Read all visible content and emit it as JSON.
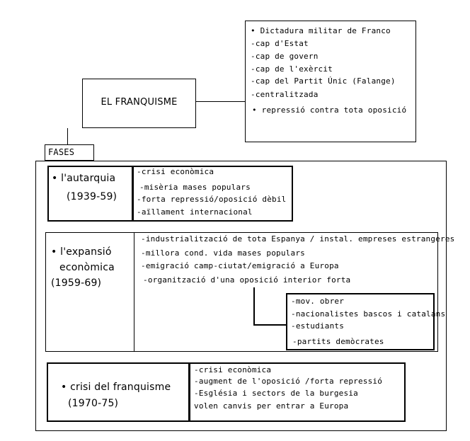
{
  "title": "EL FRANQUISME",
  "dictatorship_box": {
    "items": [
      "• Dictadura militar de Franco",
      "-cap d'Estat",
      "-cap de govern",
      "-cap de l'exèrcit",
      "-cap del Partit Únic (Falange)",
      "-centralitzada",
      "• repressió contra tota oposició"
    ]
  },
  "fases_tab": "FASES",
  "phases": [
    {
      "label_lines": [
        "• l'autarquia",
        "(1939-59)"
      ],
      "details": [
        "-crisi econòmica",
        "-misèria mases populars",
        "-forta repressió/oposició dèbil",
        "-aïllament internacional"
      ]
    },
    {
      "label_lines": [
        "• l'expansió",
        "econòmica",
        "(1959-69)"
      ],
      "details": [
        "-industrialització de tota Espanya / instal. empreses estrangeres",
        "-millora cond. vida mases populars",
        "-emigració camp-ciutat/emigració a Europa",
        "-organització d'una oposició interior forta"
      ],
      "opposition": [
        "-mov. obrer",
        "-nacionalistes bascos i catalans",
        "-estudiants",
        "-partits demòcrates"
      ]
    },
    {
      "label_lines": [
        "• crisi del franquisme",
        "(1970-75)"
      ],
      "details": [
        "-crisi econòmica",
        "-augment de l'oposició /forta repressió",
        "-Església i sectors de la burgesia",
        " volen canvis per entrar a Europa"
      ]
    }
  ]
}
